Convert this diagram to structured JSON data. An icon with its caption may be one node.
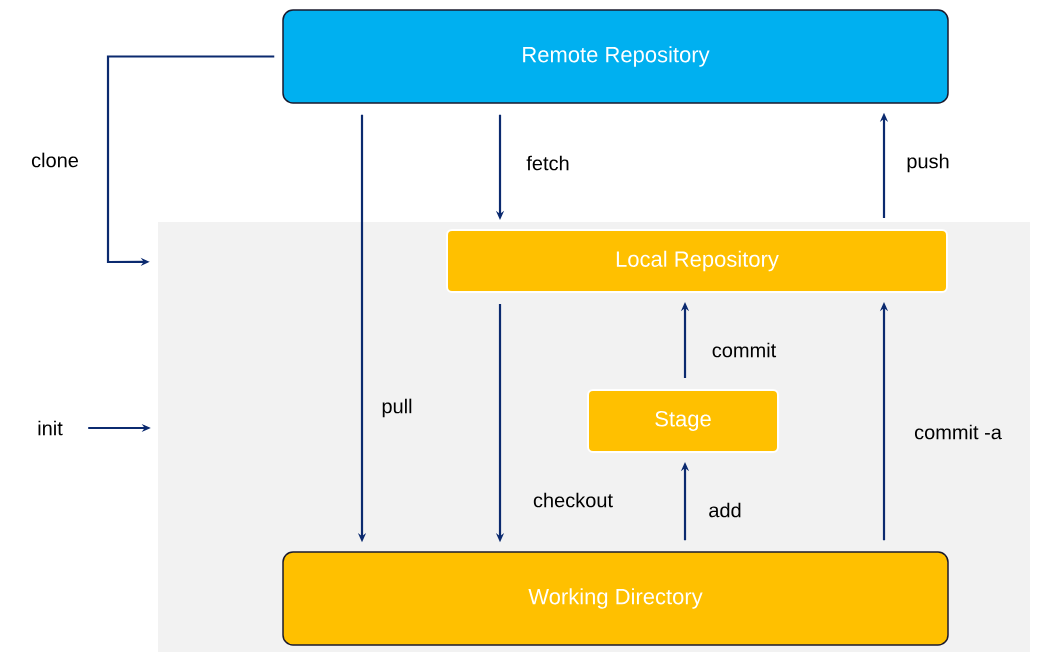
{
  "diagram": {
    "nodes": [
      {
        "text": [
          "Remote Repository"
        ]
      },
      {
        "text": [],
        "shape": "box"
      },
      {
        "text": [
          "Local Repository"
        ],
        "in": 1
      },
      {
        "text": [
          "Stage"
        ],
        "in": 1
      },
      {
        "text": [
          "Working Directory"
        ],
        "in": 1
      },
      {
        "text": [
          "init"
        ]
      }
    ],
    "edges": [
      {
        "from": 0,
        "to": 1,
        "arrow": "to",
        "label": "clone"
      },
      {
        "from": 5,
        "to": 1,
        "arrow": "to"
      },
      {
        "from": 0,
        "to": 2,
        "arrow": "to",
        "label": "fetch"
      },
      {
        "from": 0,
        "to": 4,
        "arrow": "to",
        "label": "pull"
      },
      {
        "from": 2,
        "to": 4,
        "arrow": "to",
        "label": "checkout"
      },
      {
        "from": 4,
        "to": 3,
        "arrow": "to",
        "label": "add"
      },
      {
        "from": 3,
        "to": 2,
        "arrow": "to",
        "label": "commit"
      },
      {
        "from": 4,
        "to": 2,
        "arrow": "to",
        "label": "commit -a"
      },
      {
        "from": 2,
        "to": 0,
        "arrow": "to",
        "label": "push"
      }
    ]
  }
}
